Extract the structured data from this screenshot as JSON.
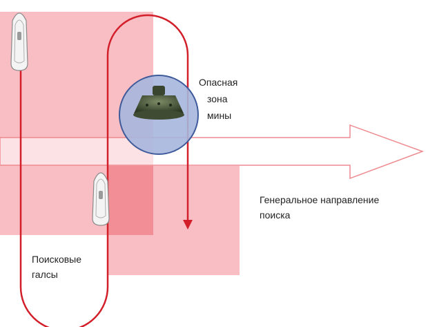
{
  "labels": {
    "danger_zone_line1": "Опасная",
    "danger_zone_line2": "зона",
    "danger_zone_line3": "мины",
    "direction_line1": "Генеральное направление",
    "direction_line2": "поиска",
    "tacks_line1": "Поисковые",
    "tacks_line2": "галсы"
  },
  "colors": {
    "swept_area": "#f7b3b8",
    "overlap": "#ef8a92",
    "route_line": "#d21f2a",
    "arrow_outline": "#ee8a90",
    "arrow_fill": "#ffffff",
    "mine_zone_fill": "#a6b6dd",
    "mine_zone_stroke": "#3e5a9a",
    "mine_body": "#4b5a3e"
  },
  "icons": {
    "mine": "sea-mine-icon",
    "boat_top": "boat-icon",
    "boat_bottom": "boat-icon"
  }
}
